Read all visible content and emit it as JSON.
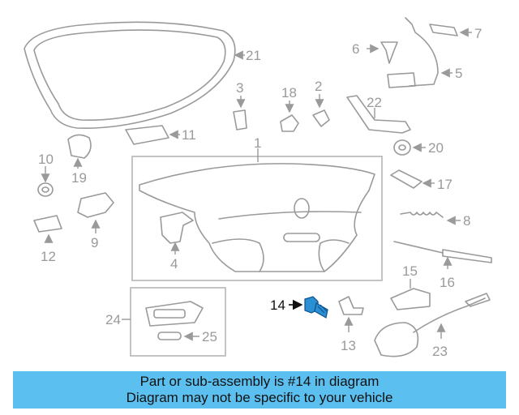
{
  "diagram": {
    "highlight_color": "#2b8fd6",
    "callouts": [
      "1",
      "2",
      "3",
      "4",
      "5",
      "6",
      "7",
      "8",
      "9",
      "10",
      "11",
      "12",
      "13",
      "14",
      "15",
      "16",
      "17",
      "18",
      "19",
      "20",
      "21",
      "22",
      "23",
      "24",
      "25"
    ],
    "highlighted_callout": "14"
  },
  "banner": {
    "line1": "Part or sub-assembly is #14 in diagram",
    "line2": "Diagram may not be specific to your vehicle",
    "background": "#5bc0f0"
  }
}
